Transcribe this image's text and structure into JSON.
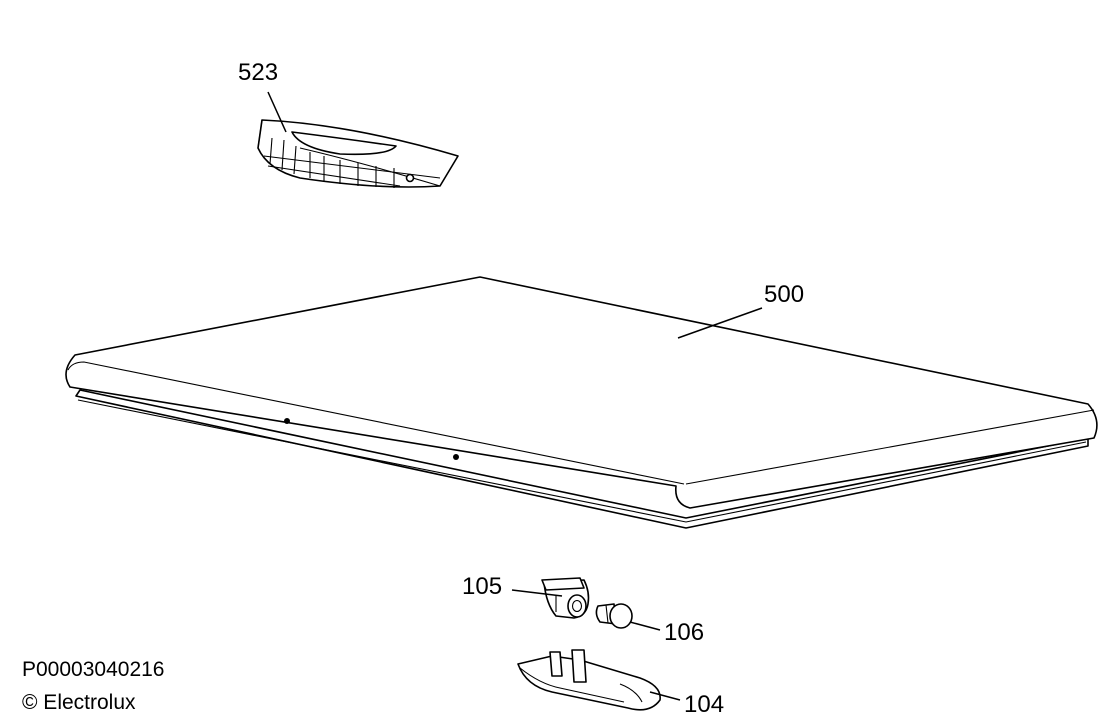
{
  "diagram": {
    "callouts": {
      "part_523": "523",
      "part_500": "500",
      "part_105": "105",
      "part_106": "106",
      "part_104": "104"
    },
    "footer": {
      "document_id": "P00003040216",
      "copyright": "© Electrolux"
    }
  },
  "colors": {
    "line": "#000000",
    "background": "#ffffff"
  }
}
